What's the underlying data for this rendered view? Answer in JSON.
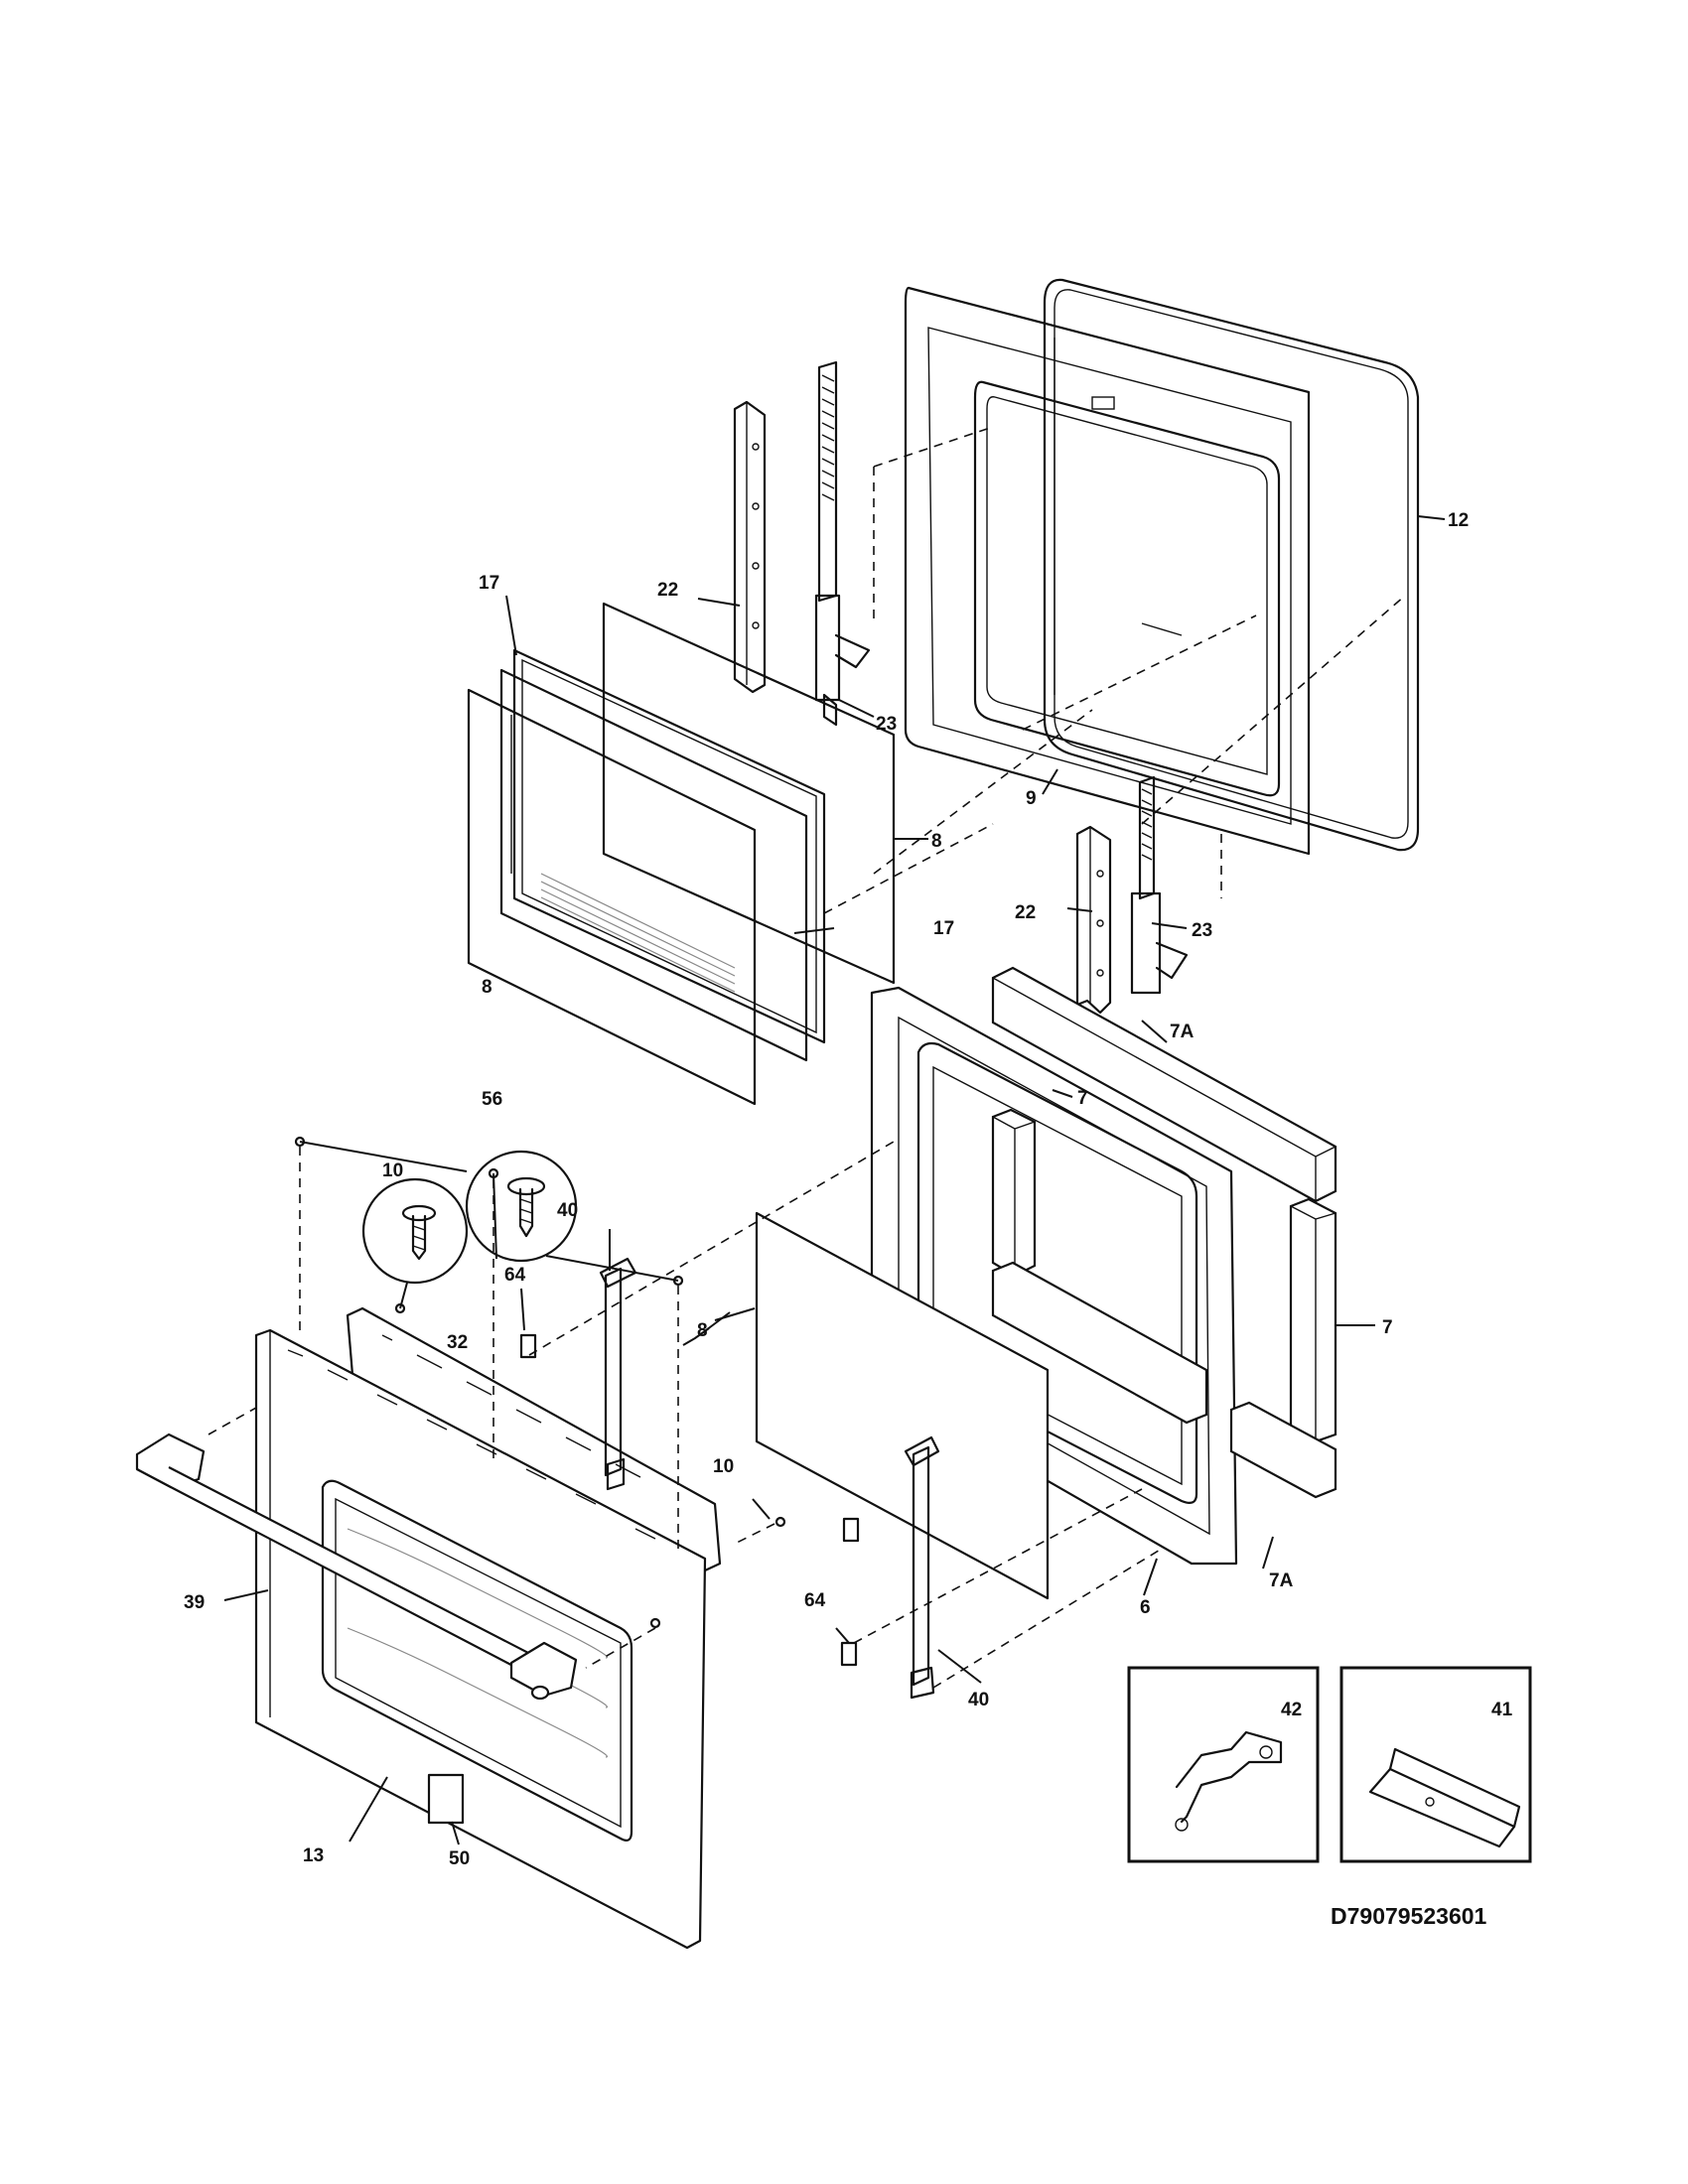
{
  "diagram_code": "D79079523601",
  "callouts": [
    "12",
    "17",
    "22",
    "23",
    "9",
    "8",
    "17",
    "8",
    "22",
    "23",
    "7A",
    "56",
    "7",
    "10",
    "40",
    "64",
    "32",
    "8",
    "7",
    "10",
    "64",
    "39",
    "7A",
    "6",
    "40",
    "13",
    "50",
    "42",
    "41"
  ],
  "detail_boxes": [
    {
      "label": "42"
    },
    {
      "label": "41"
    }
  ]
}
